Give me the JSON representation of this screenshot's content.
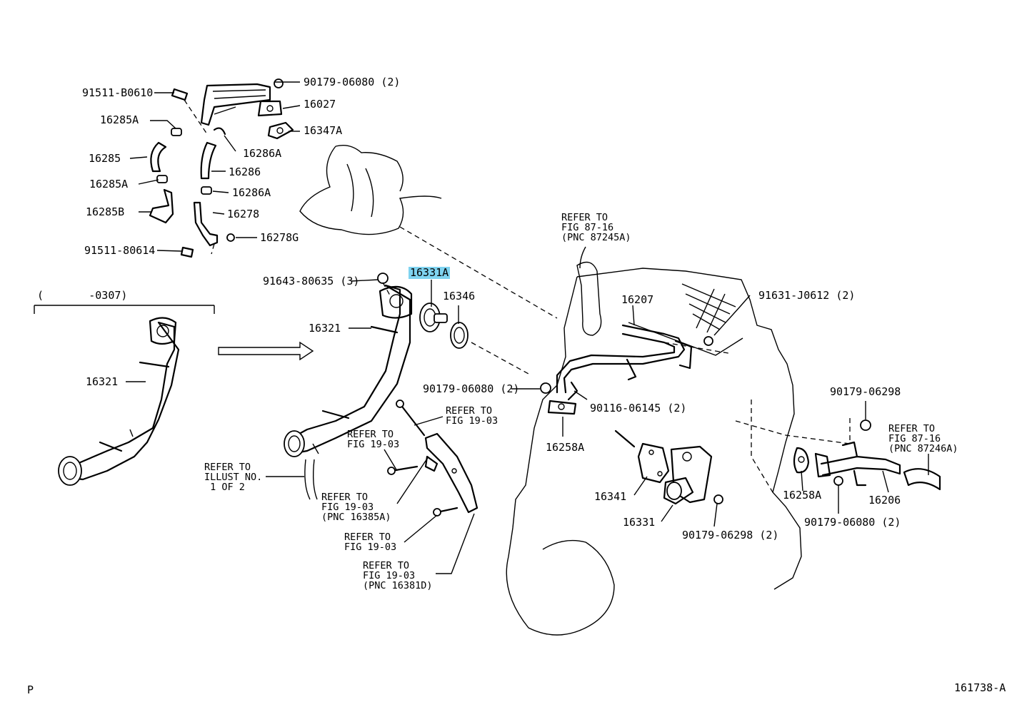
{
  "highlight_color": "#7fd3f0",
  "page_letter": "P",
  "figure_id": "161738-A",
  "date_range": "(       -0307)",
  "parts": {
    "p_91511_b0610": "91511-B0610",
    "p_90179_06080_2_top": "90179-06080 (2)",
    "p_16027": "16027",
    "p_16347a": "16347A",
    "p_16285a_top": "16285A",
    "p_16286a_top": "16286A",
    "p_16285": "16285",
    "p_16286": "16286",
    "p_16285a_mid": "16285A",
    "p_16286a_mid": "16286A",
    "p_16285b": "16285B",
    "p_16278": "16278",
    "p_16278g": "16278G",
    "p_91511_80614": "91511-80614",
    "p_91643_80635_3": "91643-80635 (3)",
    "p_16331a": "16331A",
    "p_16346": "16346",
    "p_16321_mid": "16321",
    "p_16321_left": "16321",
    "p_16207": "16207",
    "p_91631_j0612_2": "91631-J0612 (2)",
    "p_90179_06080_2_mid": "90179-06080 (2)",
    "p_90116_06145_2": "90116-06145 (2)",
    "p_16258a_left": "16258A",
    "p_16341": "16341",
    "p_16331": "16331",
    "p_90179_06298_2": "90179-06298 (2)",
    "p_90179_06298": "90179-06298",
    "p_16258a_right": "16258A",
    "p_16206": "16206",
    "p_90179_06080_2_right": "90179-06080 (2)"
  },
  "refs": {
    "r_pnc_87245a": "REFER TO\nFIG 87-16\n(PNC 87245A)",
    "r_fig_19_03_a": "REFER TO\nFIG 19-03",
    "r_fig_19_03_b": "REFER TO\nFIG 19-03",
    "r_illust": "REFER TO\nILLUST NO.\n 1 OF 2",
    "r_pnc_16385a": "REFER TO\nFIG 19-03\n(PNC 16385A)",
    "r_fig_19_03_c": "REFER TO\nFIG 19-03",
    "r_pnc_16381d": "REFER TO\nFIG 19-03\n(PNC 16381D)",
    "r_pnc_87246a": "REFER TO\nFIG 87-16\n(PNC 87246A)"
  }
}
